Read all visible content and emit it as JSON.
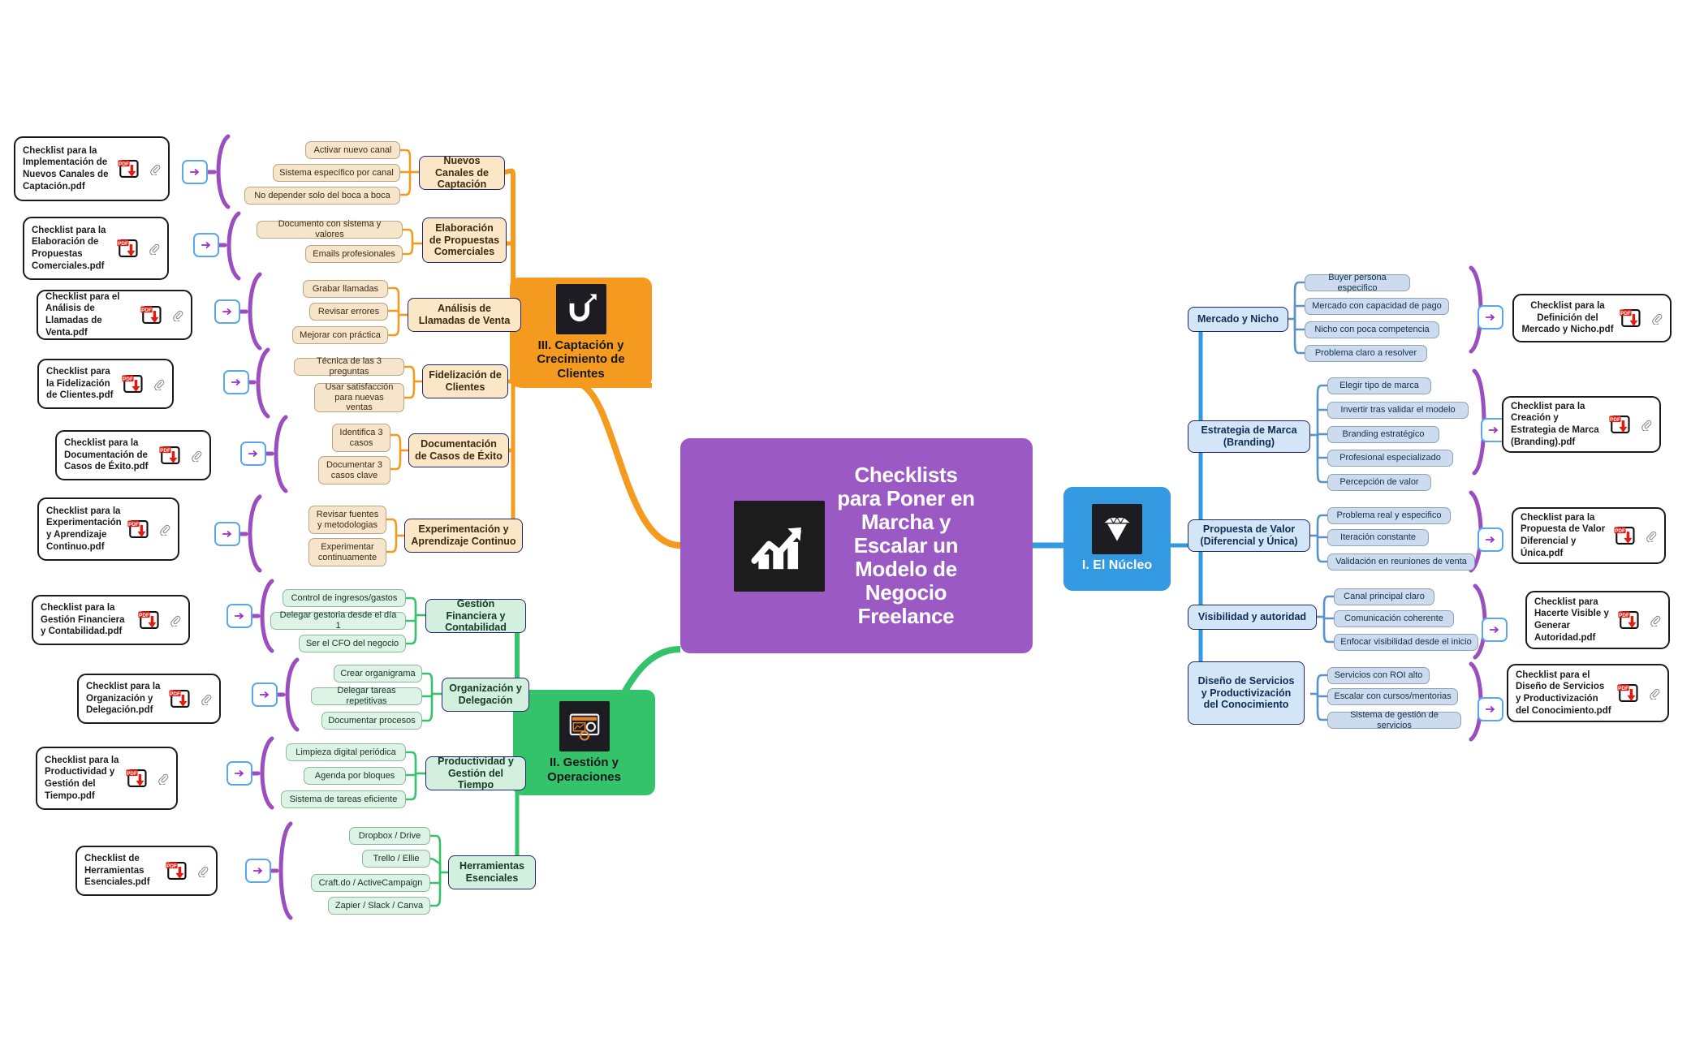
{
  "root": {
    "title": "Checklists para Poner en Marcha y Escalar un Modelo de Negocio Freelance",
    "icon": "growth-chart-icon",
    "color": "#9b59c4"
  },
  "colors": {
    "root_purple": "#9b59c4",
    "nucleo_blue": "#3399E0",
    "operaciones_green": "#34C26B",
    "captacion_orange": "#F49A1E",
    "bracket_purple": "#9b4fbe",
    "arrow_border_blue": "#5aa7ef",
    "arrow_purple": "#9b30c9",
    "pdf_red": "#e01b10"
  },
  "categories": [
    {
      "id": "captacion",
      "label": "III. Captación y Crecimiento de Clientes",
      "icon": "magnet-growth-icon",
      "color": "#F49A1E"
    },
    {
      "id": "operaciones",
      "label": "II. Gestión y Operaciones",
      "icon": "dashboard-gear-icon",
      "color": "#34C26B"
    },
    {
      "id": "nucleo",
      "label": "I. El Núcleo",
      "icon": "diamond-icon",
      "color": "#3399E0"
    }
  ],
  "branches": {
    "captacion": [
      {
        "title": "Nuevos Canales de Captación",
        "leaves": [
          "Activar nuevo canal",
          "Sistema específico por canal",
          "No depender solo del boca a boca"
        ],
        "pdf": "Checklist para la Implementación de Nuevos Canales de Captación.pdf"
      },
      {
        "title": "Elaboración de Propuestas Comerciales",
        "leaves": [
          "Documento con sistema y valores",
          "Emails profesionales"
        ],
        "pdf": "Checklist para la Elaboración de Propuestas Comerciales.pdf"
      },
      {
        "title": "Análisis de Llamadas de Venta",
        "leaves": [
          "Grabar llamadas",
          "Revisar errores",
          "Mejorar con práctica"
        ],
        "pdf": "Checklist para el Análisis de Llamadas de Venta.pdf"
      },
      {
        "title": "Fidelización de Clientes",
        "leaves": [
          "Técnica de las 3 preguntas",
          "Usar satisfacción para nuevas ventas"
        ],
        "pdf": "Checklist para la Fidelización de Clientes.pdf"
      },
      {
        "title": "Documentación de Casos de Éxito",
        "leaves": [
          "Identifica 3 casos",
          "Documentar 3 casos clave"
        ],
        "pdf": "Checklist para la Documentación de Casos de Éxito.pdf"
      },
      {
        "title": "Experimentación y Aprendizaje Continuo",
        "leaves": [
          "Revisar fuentes y metodologias",
          "Experimentar continuamente"
        ],
        "pdf": "Checklist para la Experimentación y Aprendizaje Continuo.pdf"
      }
    ],
    "operaciones": [
      {
        "title": "Gestión Financiera y Contabilidad",
        "leaves": [
          "Control de ingresos/gastos",
          "Delegar gestoria desde el día 1",
          "Ser el CFO del negocio"
        ],
        "pdf": "Checklist para la Gestión Financiera y Contabilidad.pdf"
      },
      {
        "title": "Organización y Delegación",
        "leaves": [
          "Crear organigrama",
          "Delegar tareas repetitivas",
          "Documentar procesos"
        ],
        "pdf": "Checklist para la Organización y Delegación.pdf"
      },
      {
        "title": "Productividad y Gestión del Tiempo",
        "leaves": [
          "Limpieza digital periódica",
          "Agenda por bloques",
          "Sistema de tareas eficiente"
        ],
        "pdf": "Checklist para la Productividad y Gestión del Tiempo.pdf"
      },
      {
        "title": "Herramientas Esenciales",
        "leaves": [
          "Dropbox / Drive",
          "Trello / Ellie",
          "Craft.do / ActiveCampaign",
          "Zapier / Slack / Canva"
        ],
        "pdf": "Checklist de Herramientas Esenciales.pdf"
      }
    ],
    "nucleo": [
      {
        "title": "Mercado y Nicho",
        "leaves": [
          "Buyer persona especifico",
          "Mercado con capacidad de pago",
          "Nicho con poca competencia",
          "Problema claro a resolver"
        ],
        "pdf": "Checklist para la Definición del Mercado y Nicho.pdf"
      },
      {
        "title": "Estrategia de Marca (Branding)",
        "leaves": [
          "Elegir tipo de marca",
          "Invertir tras validar el modelo",
          "Branding estratégico",
          "Profesional especializado",
          "Percepción de valor"
        ],
        "pdf": "Checklist para la Creación y Estrategia de Marca (Branding).pdf"
      },
      {
        "title": "Propuesta de Valor (Diferencial y Única)",
        "leaves": [
          "Problema real y especifico",
          "Iteración constante",
          "Validación en reuniones de venta"
        ],
        "pdf": "Checklist para la Propuesta de Valor Diferencial y Única.pdf"
      },
      {
        "title": "Visibilidad y autoridad",
        "leaves": [
          "Canal principal claro",
          "Comunicación coherente",
          "Enfocar visibilidad desde el inicio"
        ],
        "pdf": "Checklist para Hacerte Visible y Generar Autoridad.pdf"
      },
      {
        "title": "Diseño de Servicios y Productivización del Conocimiento",
        "leaves": [
          "Servicios con ROI alto",
          "Escalar con cursos/mentorias",
          "Sistema de gestión de servicios"
        ],
        "pdf": "Checklist para el Diseño de Servicios y Productivización del Conocimiento.pdf"
      }
    ]
  },
  "icons": {
    "arrow_right": "arrow-right-icon",
    "paperclip": "paperclip-icon",
    "pdf_badge": "PDF"
  }
}
